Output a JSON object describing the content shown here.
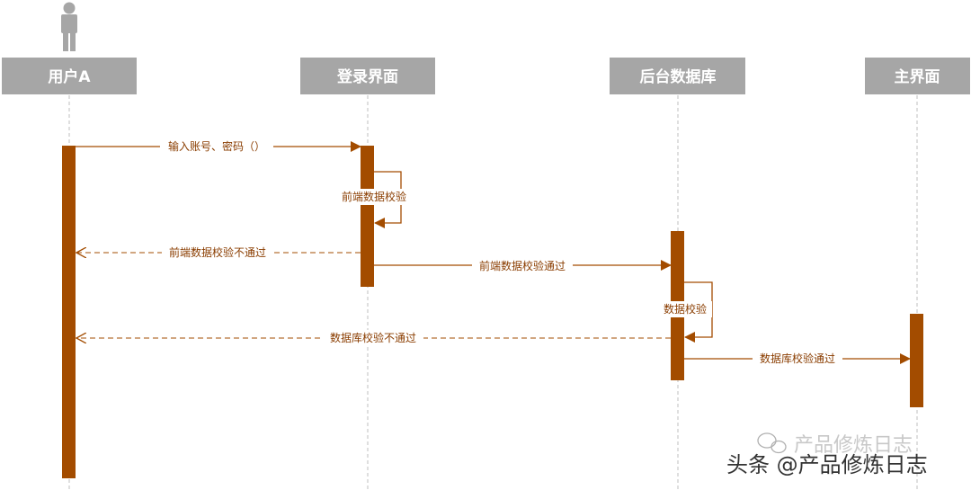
{
  "colors": {
    "actor_box": "#a6a6a6",
    "actor_text": "#ffffff",
    "activation": "#a34c00",
    "arrow": "#a34c00",
    "lifeline": "#bfbfbf",
    "message_text": "#8a3d00",
    "person_icon": "#a6a6a6",
    "watermark": "#333333"
  },
  "icons": {
    "actor": "person-icon",
    "watermark": "wechat-logo-icon"
  },
  "participants": [
    {
      "id": "user",
      "label": "用户A"
    },
    {
      "id": "login",
      "label": "登录界面"
    },
    {
      "id": "backend",
      "label": "后台数据库"
    },
    {
      "id": "main",
      "label": "主界面"
    }
  ],
  "messages": [
    {
      "id": "msg1",
      "label": "输入账号、密码（）",
      "style": "solid"
    },
    {
      "id": "msg2",
      "label": "前端数据校验",
      "style": "self"
    },
    {
      "id": "msg3",
      "label": "前端数据校验不通过",
      "style": "dashed"
    },
    {
      "id": "msg4",
      "label": "前端数据校验通过",
      "style": "solid"
    },
    {
      "id": "msg5",
      "label": "数据校验",
      "style": "self"
    },
    {
      "id": "msg6",
      "label": "数据库校验不通过",
      "style": "dashed"
    },
    {
      "id": "msg7",
      "label": "数据库校验通过",
      "style": "solid"
    }
  ],
  "watermark": {
    "faint": "产品修炼日志",
    "main": "头条 @产品修炼日志"
  }
}
